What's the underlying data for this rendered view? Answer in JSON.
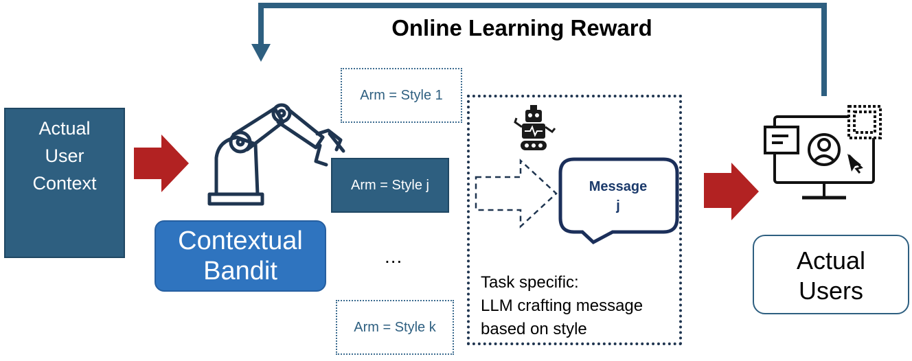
{
  "title": "Online Learning Reward",
  "user_context": {
    "label": "Actual\nUser\nContext"
  },
  "bandit": {
    "label": "Contextual\nBandit"
  },
  "arms": {
    "arm_1": "Arm = Style 1",
    "arm_j": "Arm = Style j",
    "arm_k": "Arm = Style k",
    "ellipsis": "..."
  },
  "message": {
    "label": "Message\nj"
  },
  "task": {
    "label": "Task specific:\nLLM crafting message\nbased on style"
  },
  "users": {
    "label": "Actual\nUsers"
  },
  "icons": [
    "user-icon",
    "robot-arm-icon",
    "robot-icon",
    "computer-user-icon"
  ],
  "colors": {
    "navy_box": "#2e5f80",
    "bandit_blue": "#2f74bf",
    "red_arrow": "#b22222",
    "feedback_arrow": "#2e5f80"
  }
}
